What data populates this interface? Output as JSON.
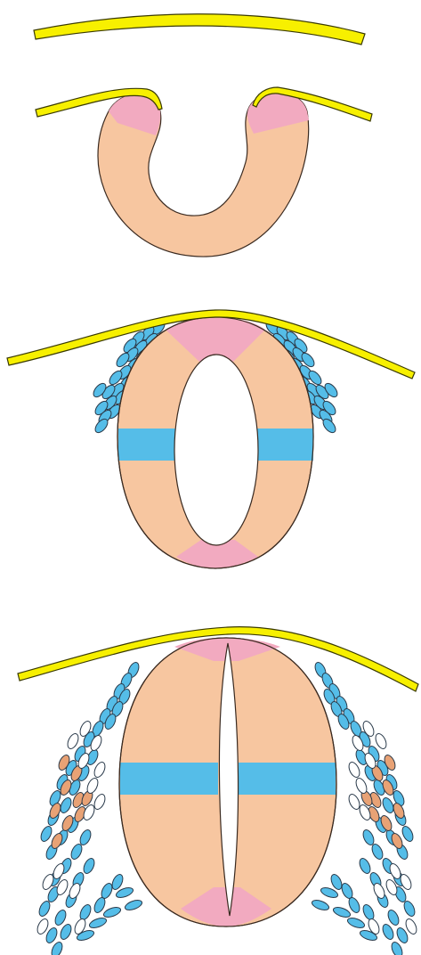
{
  "figure": {
    "stages": [
      {
        "id": "neural-groove"
      },
      {
        "id": "neural-tube-early"
      },
      {
        "id": "neural-tube-late"
      }
    ],
    "colors": {
      "ectoderm": "#f7f000",
      "neuroepithelium": "#f7c6a0",
      "roof_floor_plate": "#f2aac0",
      "sulcus_limitans_band": "#55bde8",
      "neural_crest_cell": "#55bde8",
      "crest_derivative_orange": "#e8a275",
      "crest_derivative_white": "#ffffff",
      "lumen": "#ffffff"
    }
  }
}
